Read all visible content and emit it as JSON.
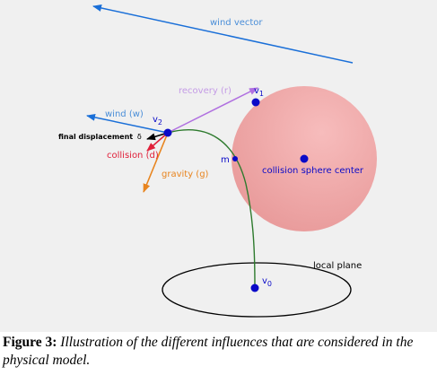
{
  "figure": {
    "labels": {
      "wind_vector": "wind vector",
      "recovery": "recovery (r)",
      "wind": "wind (w)",
      "final_displacement": "final displacement",
      "delta": "δ",
      "collision": "collision (d)",
      "gravity": "gravity (g)",
      "v1": "v",
      "v1_sub": "1",
      "v2": "v",
      "v2_sub": "2",
      "m": "m",
      "v0": "v",
      "v0_sub": "0",
      "collision_sphere_center": "collision sphere center",
      "local_plane": "local plane"
    },
    "colors": {
      "background": "#f0f0f0",
      "wind_arrow": "#1a6fd8",
      "recovery_arrow": "#b070e0",
      "collision_arrow": "#e0203a",
      "gravity_arrow": "#e8841e",
      "final_arrow": "#000000",
      "sphere": "#f2aaaa",
      "points": "#0a0ac8",
      "stem": "#2d7a2d"
    }
  },
  "caption": {
    "label": "Figure 3:",
    "text": "Illustration of the different influences that are considered in the physical model."
  }
}
